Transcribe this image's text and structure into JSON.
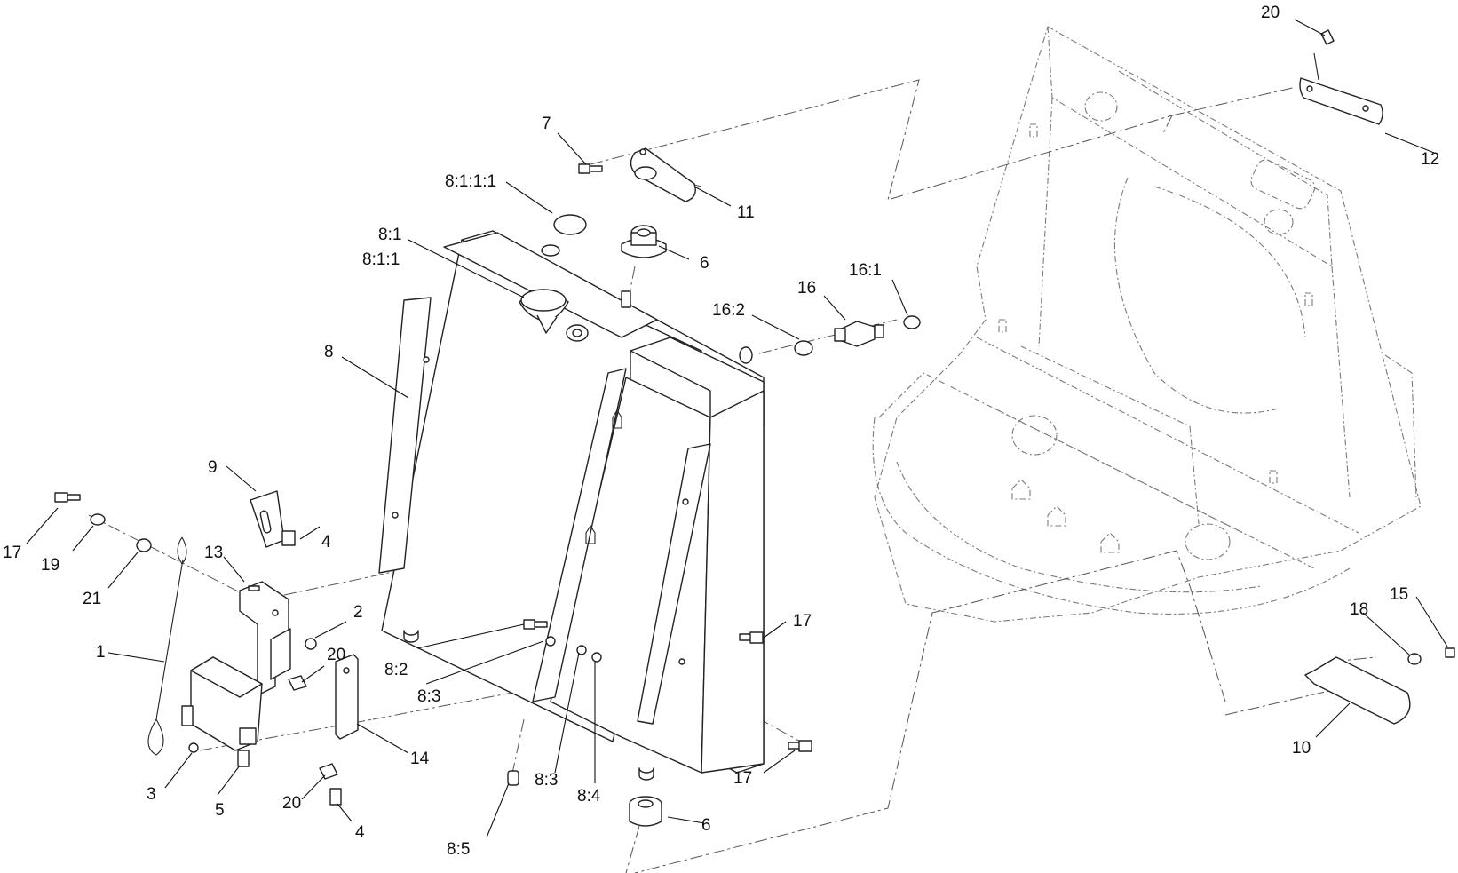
{
  "callouts": [
    {
      "id": "c-20-top",
      "label": "20"
    },
    {
      "id": "c-12",
      "label": "12"
    },
    {
      "id": "c-7",
      "label": "7"
    },
    {
      "id": "c-11",
      "label": "11"
    },
    {
      "id": "c-8-1-1-1",
      "label": "8:1:1:1"
    },
    {
      "id": "c-8-1",
      "label": "8:1"
    },
    {
      "id": "c-8-1-1",
      "label": "8:1:1"
    },
    {
      "id": "c-6-top",
      "label": "6"
    },
    {
      "id": "c-16-2",
      "label": "16:2"
    },
    {
      "id": "c-16",
      "label": "16"
    },
    {
      "id": "c-16-1",
      "label": "16:1"
    },
    {
      "id": "c-8",
      "label": "8"
    },
    {
      "id": "c-9",
      "label": "9"
    },
    {
      "id": "c-17-left",
      "label": "17"
    },
    {
      "id": "c-19",
      "label": "19"
    },
    {
      "id": "c-21",
      "label": "21"
    },
    {
      "id": "c-13",
      "label": "13"
    },
    {
      "id": "c-4-upper",
      "label": "4"
    },
    {
      "id": "c-2",
      "label": "2"
    },
    {
      "id": "c-1",
      "label": "1"
    },
    {
      "id": "c-20-mid",
      "label": "20"
    },
    {
      "id": "c-17-mid",
      "label": "17"
    },
    {
      "id": "c-8-2",
      "label": "8:2"
    },
    {
      "id": "c-8-3-a",
      "label": "8:3"
    },
    {
      "id": "c-14",
      "label": "14"
    },
    {
      "id": "c-3",
      "label": "3"
    },
    {
      "id": "c-5",
      "label": "5"
    },
    {
      "id": "c-20-low",
      "label": "20"
    },
    {
      "id": "c-4-low",
      "label": "4"
    },
    {
      "id": "c-8-3-b",
      "label": "8:3"
    },
    {
      "id": "c-8-4",
      "label": "8:4"
    },
    {
      "id": "c-17-low",
      "label": "17"
    },
    {
      "id": "c-8-5",
      "label": "8:5"
    },
    {
      "id": "c-6-low",
      "label": "6"
    },
    {
      "id": "c-18",
      "label": "18"
    },
    {
      "id": "c-15",
      "label": "15"
    },
    {
      "id": "c-10",
      "label": "10"
    }
  ]
}
